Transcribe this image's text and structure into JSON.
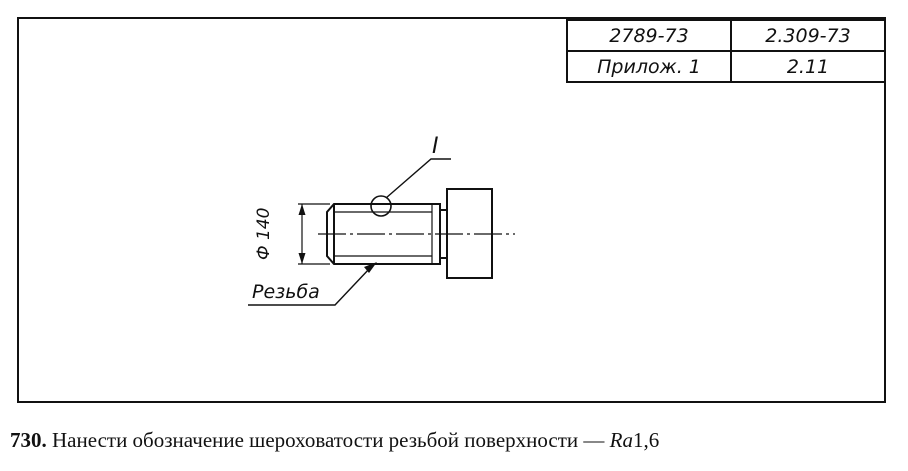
{
  "stamp": {
    "cell_1_1": "2789-73",
    "cell_1_2": "2.309-73",
    "cell_2_1": "Прилож. 1",
    "cell_2_2": "2.11"
  },
  "drawing": {
    "view_mark": "I",
    "diameter_label": "Ф 140",
    "thread_label": "Резьба"
  },
  "caption": {
    "number": "730.",
    "text": "Нанести обозначение шероховатости резьбой поверхности —",
    "ra": "Ra",
    "ra_value": "1,6"
  }
}
